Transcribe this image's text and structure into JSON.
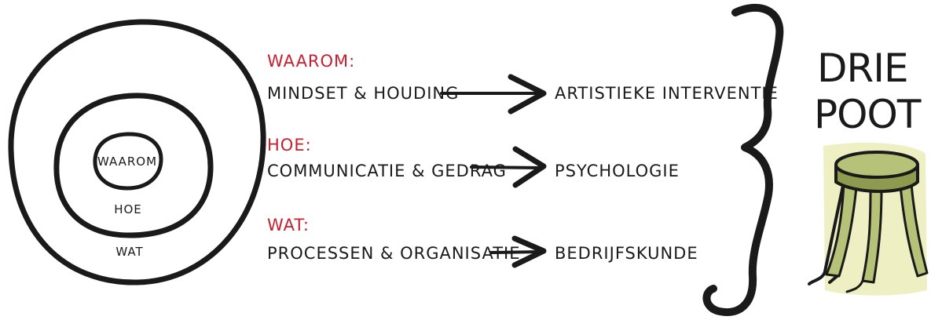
{
  "colors": {
    "ink": "#1a1a1a",
    "accent_red": "#c4202f",
    "stool_green": "#b6c277",
    "stool_green_dark": "#8e9a4e",
    "wash_yellow": "#eef0c4"
  },
  "circles": {
    "inner": "WAAROM",
    "middle": "HOE",
    "outer": "WAT"
  },
  "rows": [
    {
      "heading": "WAAROM:",
      "source": "MINDSET & HOUDING",
      "target": "ARTISTIEKE INTERVENTIE"
    },
    {
      "heading": "HOE:",
      "source": "COMMUNICATIE & GEDRAG",
      "target": "PSYCHOLOGIE"
    },
    {
      "heading": "WAT:",
      "source": "PROCESSEN & ORGANISATIE",
      "target": "BEDRIJFSKUNDE"
    }
  ],
  "title": {
    "line1": "DRIE",
    "line2": "POOT"
  },
  "icons": {
    "brace": "curly-brace-icon",
    "stool": "stool-icon",
    "arrow": "arrow-right-icon"
  }
}
